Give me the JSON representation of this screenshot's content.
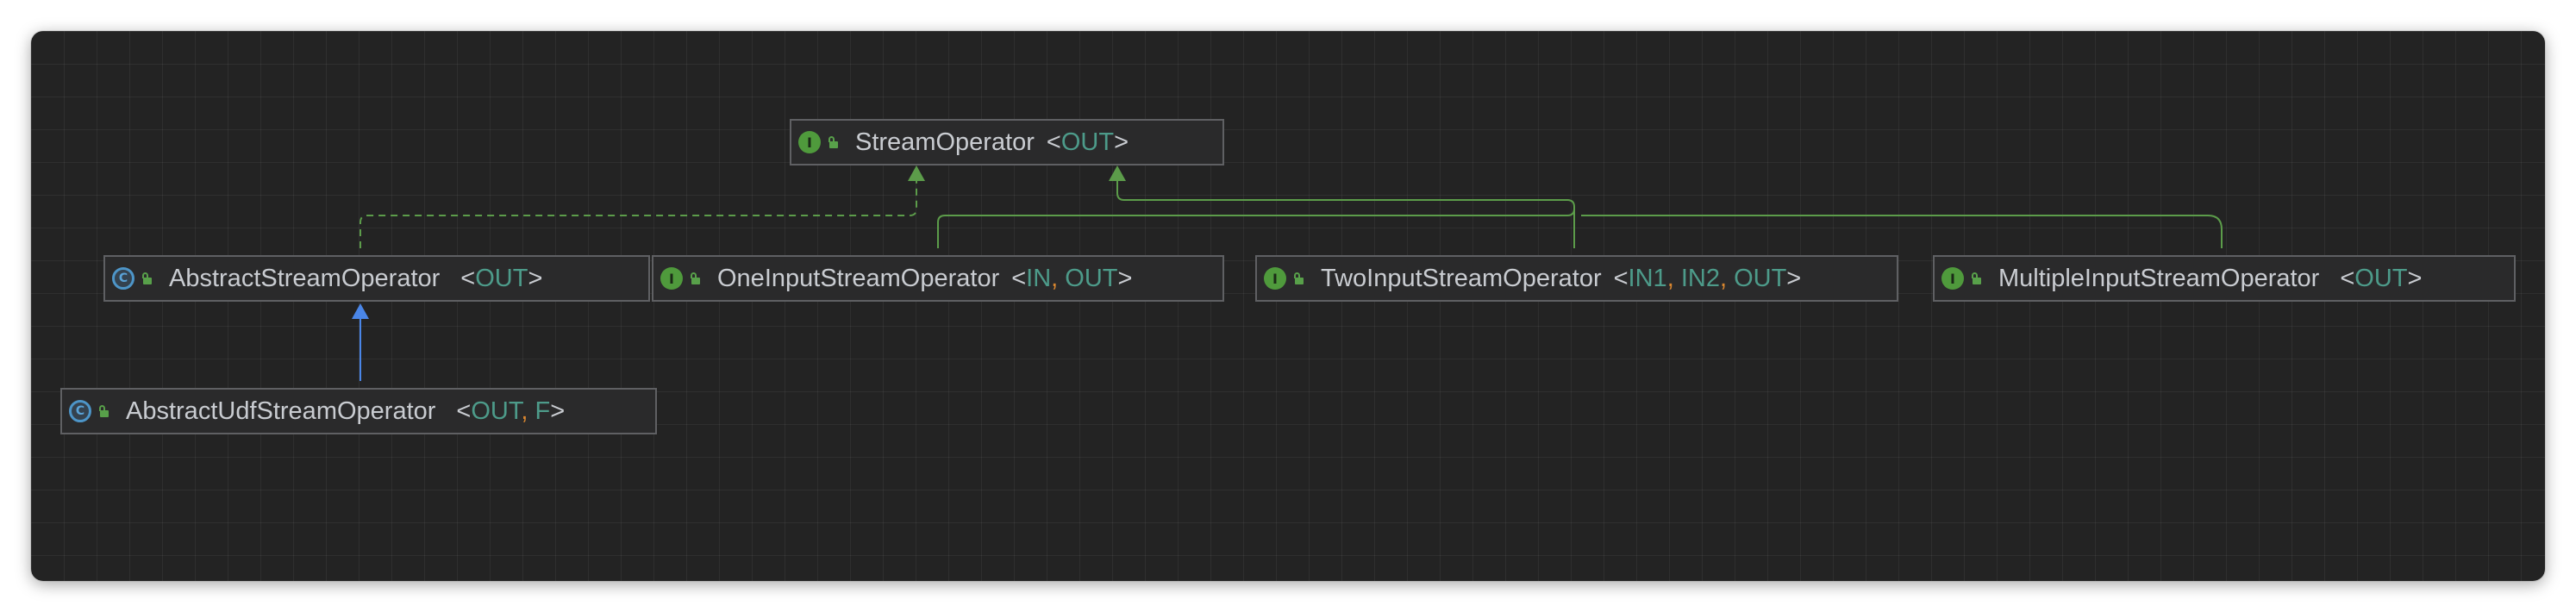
{
  "diagram": {
    "nodes": [
      {
        "id": "stream-operator",
        "name": "StreamOperator",
        "kind": "interface",
        "kind_letter": "I",
        "type_params": [
          "OUT"
        ]
      },
      {
        "id": "abstract-stream-operator",
        "name": "AbstractStreamOperator",
        "kind": "abstract-class",
        "kind_letter": "C",
        "type_params": [
          "OUT"
        ]
      },
      {
        "id": "one-input-stream-operator",
        "name": "OneInputStreamOperator",
        "kind": "interface",
        "kind_letter": "I",
        "type_params": [
          "IN",
          "OUT"
        ]
      },
      {
        "id": "two-input-stream-operator",
        "name": "TwoInputStreamOperator",
        "kind": "interface",
        "kind_letter": "I",
        "type_params": [
          "IN1",
          "IN2",
          "OUT"
        ]
      },
      {
        "id": "multiple-input-stream-operator",
        "name": "MultipleInputStreamOperator",
        "kind": "interface",
        "kind_letter": "I",
        "type_params": [
          "OUT"
        ]
      },
      {
        "id": "abstract-udf-stream-operator",
        "name": "AbstractUdfStreamOperator",
        "kind": "abstract-class",
        "kind_letter": "C",
        "type_params": [
          "OUT",
          "F"
        ]
      }
    ],
    "edges": [
      {
        "from": "abstract-stream-operator",
        "to": "stream-operator",
        "relation": "implements",
        "style": "dashed",
        "color": "#5c9c4a"
      },
      {
        "from": "one-input-stream-operator",
        "to": "stream-operator",
        "relation": "extends",
        "style": "solid",
        "color": "#5c9c4a"
      },
      {
        "from": "two-input-stream-operator",
        "to": "stream-operator",
        "relation": "extends",
        "style": "solid",
        "color": "#5c9c4a"
      },
      {
        "from": "multiple-input-stream-operator",
        "to": "stream-operator",
        "relation": "extends",
        "style": "solid",
        "color": "#5c9c4a"
      },
      {
        "from": "abstract-udf-stream-operator",
        "to": "abstract-stream-operator",
        "relation": "extends",
        "style": "solid",
        "color": "#4a86e8"
      }
    ]
  },
  "colors": {
    "canvas": "#232323",
    "node_background": "#2a2a2b",
    "node_border": "#5f6063",
    "class_name": "#c9ccd1",
    "type_parameter": "#4d9b8a",
    "separator": "#d9862f",
    "interface_badge": "#4f9a3c",
    "abstract_badge": "#4d95c8",
    "access_modifier": "#58a04a"
  }
}
